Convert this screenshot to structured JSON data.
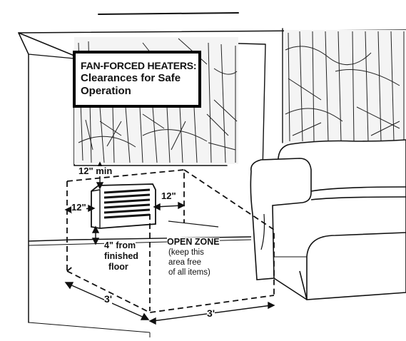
{
  "title": {
    "line1": "FAN-FORCED HEATERS:",
    "line2": "Clearances for Safe",
    "line3": "Operation"
  },
  "labels": {
    "top_clearance": "12\" min",
    "left_clearance": "12\"",
    "right_clearance": "12\"",
    "floor_clearance_1": "4\" from",
    "floor_clearance_2": "finished",
    "floor_clearance_3": "floor",
    "zone_title": "OPEN ZONE",
    "zone_note_1": "(keep this",
    "zone_note_2": "area free",
    "zone_note_3": "of all items)",
    "depth_left": "3'",
    "depth_bottom": "3'"
  },
  "colors": {
    "ink": "#111111",
    "background": "#ffffff"
  }
}
